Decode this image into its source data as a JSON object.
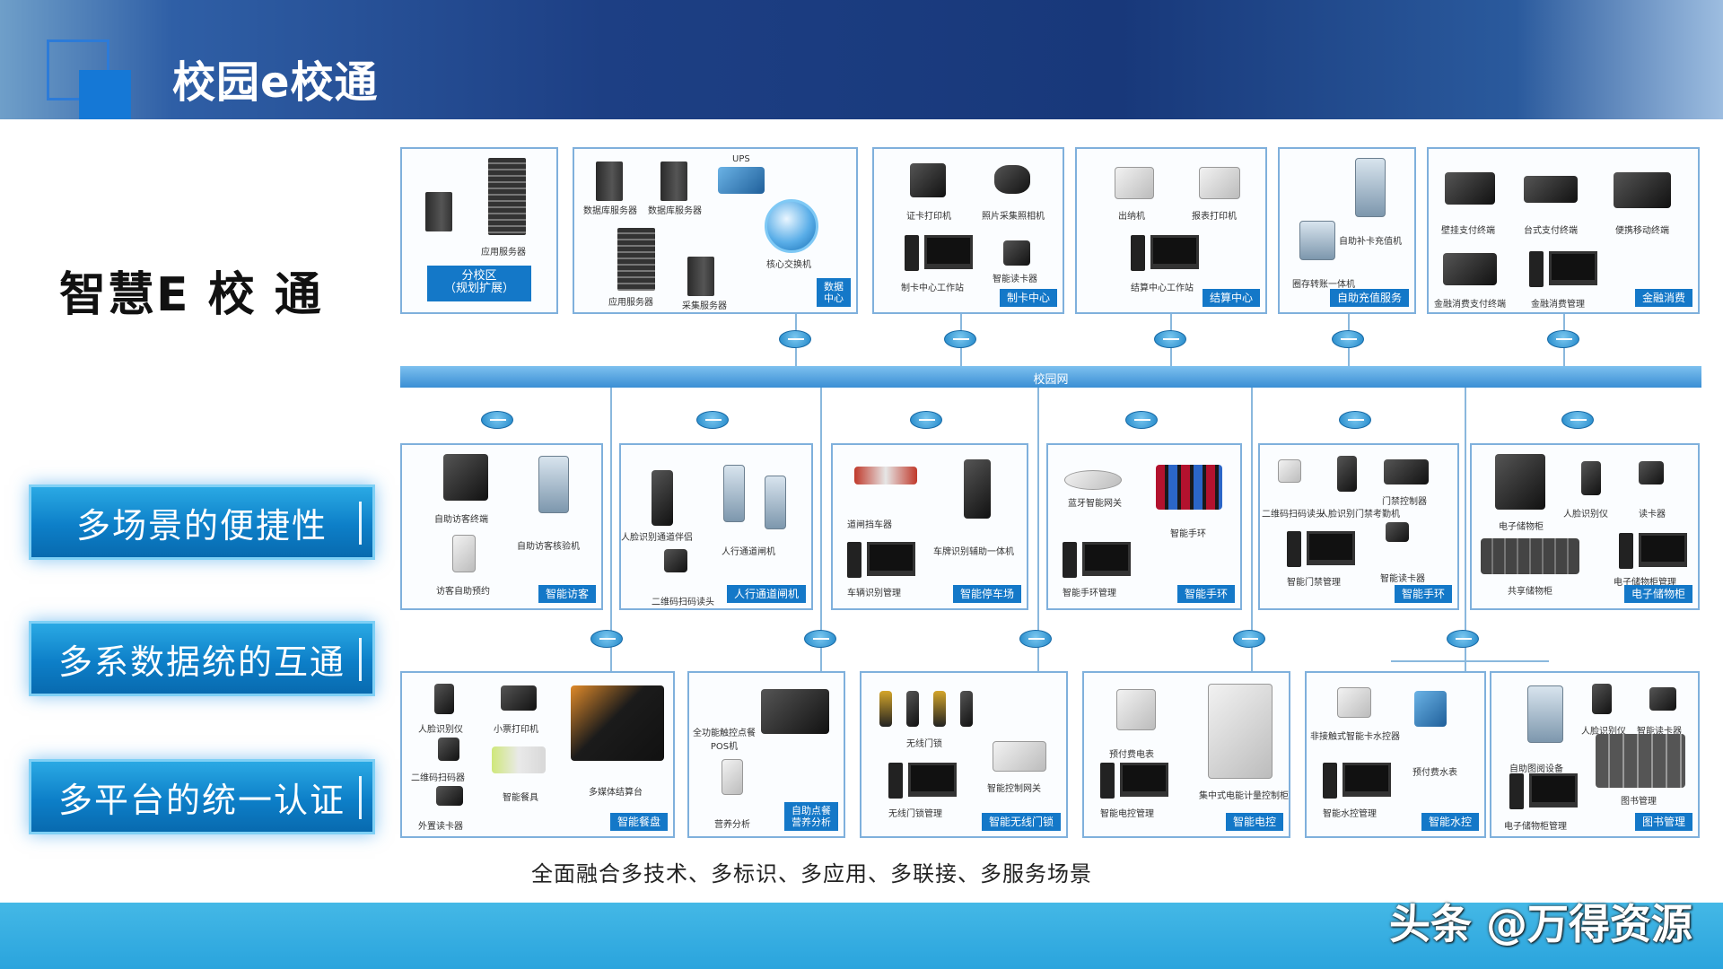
{
  "header": {
    "title": "校园e校通"
  },
  "subtitle": "智慧E 校 通",
  "features": [
    "多场景的便捷性",
    "多系数据统的互通",
    "多平台的统一认证"
  ],
  "diagram": {
    "bus_label": "校园网",
    "top_row": [
      {
        "tag": "分校区\n（规划扩展）",
        "devices": [
          "应用服务器"
        ]
      },
      {
        "tag": "数据\n中心",
        "devices": [
          "UPS",
          "数据库服务器",
          "数据库服务器",
          "核心交换机",
          "应用服务器",
          "采集服务器"
        ]
      },
      {
        "tag": "制卡中心",
        "devices": [
          "证卡打印机",
          "照片采集照相机",
          "制卡中心工作站",
          "智能读卡器"
        ]
      },
      {
        "tag": "结算中心",
        "devices": [
          "出纳机",
          "报表打印机",
          "结算中心工作站"
        ]
      },
      {
        "tag": "自助充值服务",
        "devices": [
          "自助补卡充值机",
          "圈存转账一体机"
        ]
      },
      {
        "tag": "金融消费",
        "devices": [
          "壁挂支付终端",
          "台式支付终端",
          "便携移动终端",
          "金融消费支付终端",
          "金融消费管理"
        ]
      }
    ],
    "middle_row": [
      {
        "tag": "智能访客",
        "devices": [
          "自助访客终端",
          "自助访客核验机",
          "访客自助预约"
        ]
      },
      {
        "tag": "人行通道闸机",
        "devices": [
          "人脸识别通道伴侣",
          "人行通道闸机",
          "二维码扫码读头"
        ]
      },
      {
        "tag": "智能停车场",
        "devices": [
          "道闸挡车器",
          "车牌识别辅助一体机",
          "车辆识别管理"
        ]
      },
      {
        "tag": "智能手环",
        "devices": [
          "蓝牙智能网关",
          "智能手环",
          "智能手环管理"
        ]
      },
      {
        "tag": "智能手环",
        "devices": [
          "二维码扫码读头",
          "人脸识别门禁考勤机",
          "门禁控制器",
          "智能门禁管理",
          "智能读卡器"
        ]
      },
      {
        "tag": "电子储物柜",
        "devices": [
          "电子储物柜",
          "人脸识别仪",
          "读卡器",
          "共享储物柜",
          "电子储物柜管理"
        ]
      }
    ],
    "bottom_row": [
      {
        "tag": "智能餐盘",
        "devices": [
          "人脸识别仪",
          "小票打印机",
          "二维码扫码器",
          "智能餐具",
          "多媒体结算台",
          "外置读卡器"
        ]
      },
      {
        "tag": "自助点餐\n营养分析",
        "devices": [
          "全功能触控点餐POS机",
          "营养分析"
        ]
      },
      {
        "tag": "智能无线门锁",
        "devices": [
          "无线门锁",
          "智能控制网关",
          "无线门锁管理"
        ]
      },
      {
        "tag": "智能电控",
        "devices": [
          "预付费电表",
          "集中式电能计量控制柜",
          "智能电控管理"
        ]
      },
      {
        "tag": "智能水控",
        "devices": [
          "非接触式智能卡水控器",
          "预付费水表",
          "智能水控管理"
        ]
      },
      {
        "tag": "图书管理",
        "devices": [
          "人脸识别仪",
          "智能读卡器",
          "自助图阅设备",
          "图书管理",
          "电子储物柜管理"
        ]
      }
    ]
  },
  "caption": "全面融合多技术、多标识、多应用、多联接、多服务场景",
  "watermark": "头条 @万得资源"
}
